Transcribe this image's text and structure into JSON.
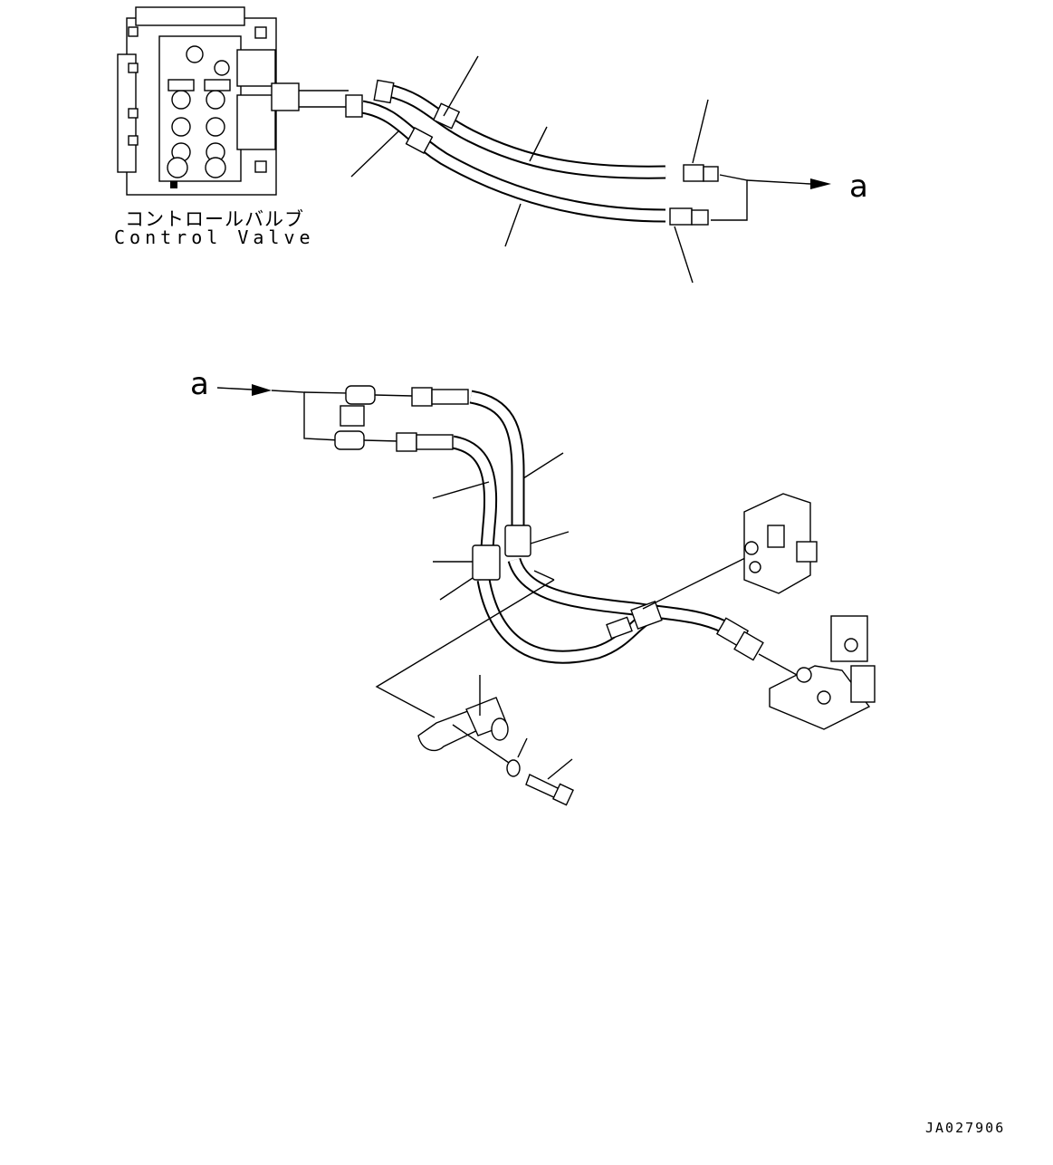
{
  "labels": {
    "control_valve_jp": "コントロールバルブ",
    "control_valve_en": "Control Valve",
    "ref_a_top": "a",
    "ref_a_bottom": "a",
    "drawing_code": "JA027906"
  },
  "icons": {
    "control_valve": "control-valve-block",
    "hose": "hydraulic-hose",
    "clamp": "hose-clamp",
    "bolt": "bolt",
    "washer": "washer",
    "bracket": "valve-bracket"
  }
}
